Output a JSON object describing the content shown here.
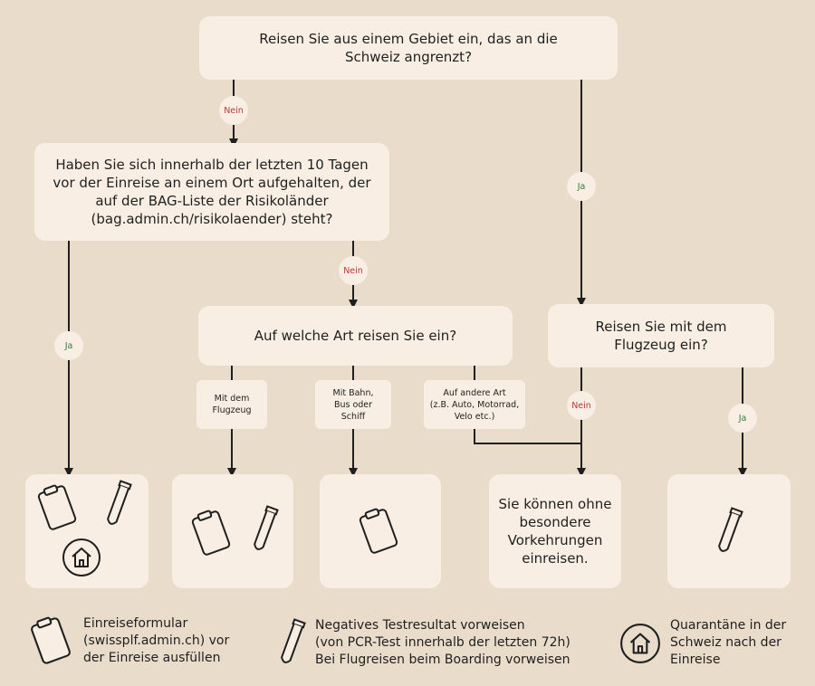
{
  "questions": {
    "q1": "Reisen Sie aus einem Gebiet ein, das an die\nSchweiz angrenzt?",
    "q2": "Haben Sie sich innerhalb der letzten 10 Tagen\nvor der Einreise an einem Ort aufgehalten, der\nauf der BAG-Liste der Risikoländer\n(bag.admin.ch/risikolaender) steht?",
    "q3": "Auf welche Art reisen Sie ein?",
    "q4": "Reisen Sie mit dem\nFlugzeug ein?"
  },
  "answers": {
    "nein": "Nein",
    "ja": "Ja"
  },
  "travel_modes": {
    "plane": "Mit dem\nFlugzeug",
    "train": "Mit Bahn,\nBus oder\nSchiff",
    "other": "Auf andere Art\n(z.B. Auto, Motorrad,\nVelo etc.)"
  },
  "result_no_measures": "Sie können ohne\nbesondere\nVorkehrungen\neinreisen.",
  "legend": {
    "form": "Einreiseformular\n(swissplf.admin.ch) vor\nder Einreise ausfüllen",
    "test": "Negatives Testresultat vorweisen\n(von PCR-Test innerhalb der letzten 72h)\nBei Flugreisen beim Boarding vorweisen",
    "quarantine": "Quarantäne in der\nSchweiz nach der\nEinreise"
  },
  "icons": [
    "clipboard-icon",
    "test-tube-icon",
    "house-icon"
  ],
  "colors": {
    "background": "#e9dccb",
    "box": "#f8eee3",
    "nein": "#b53a3a",
    "ja": "#2f7a3a"
  }
}
